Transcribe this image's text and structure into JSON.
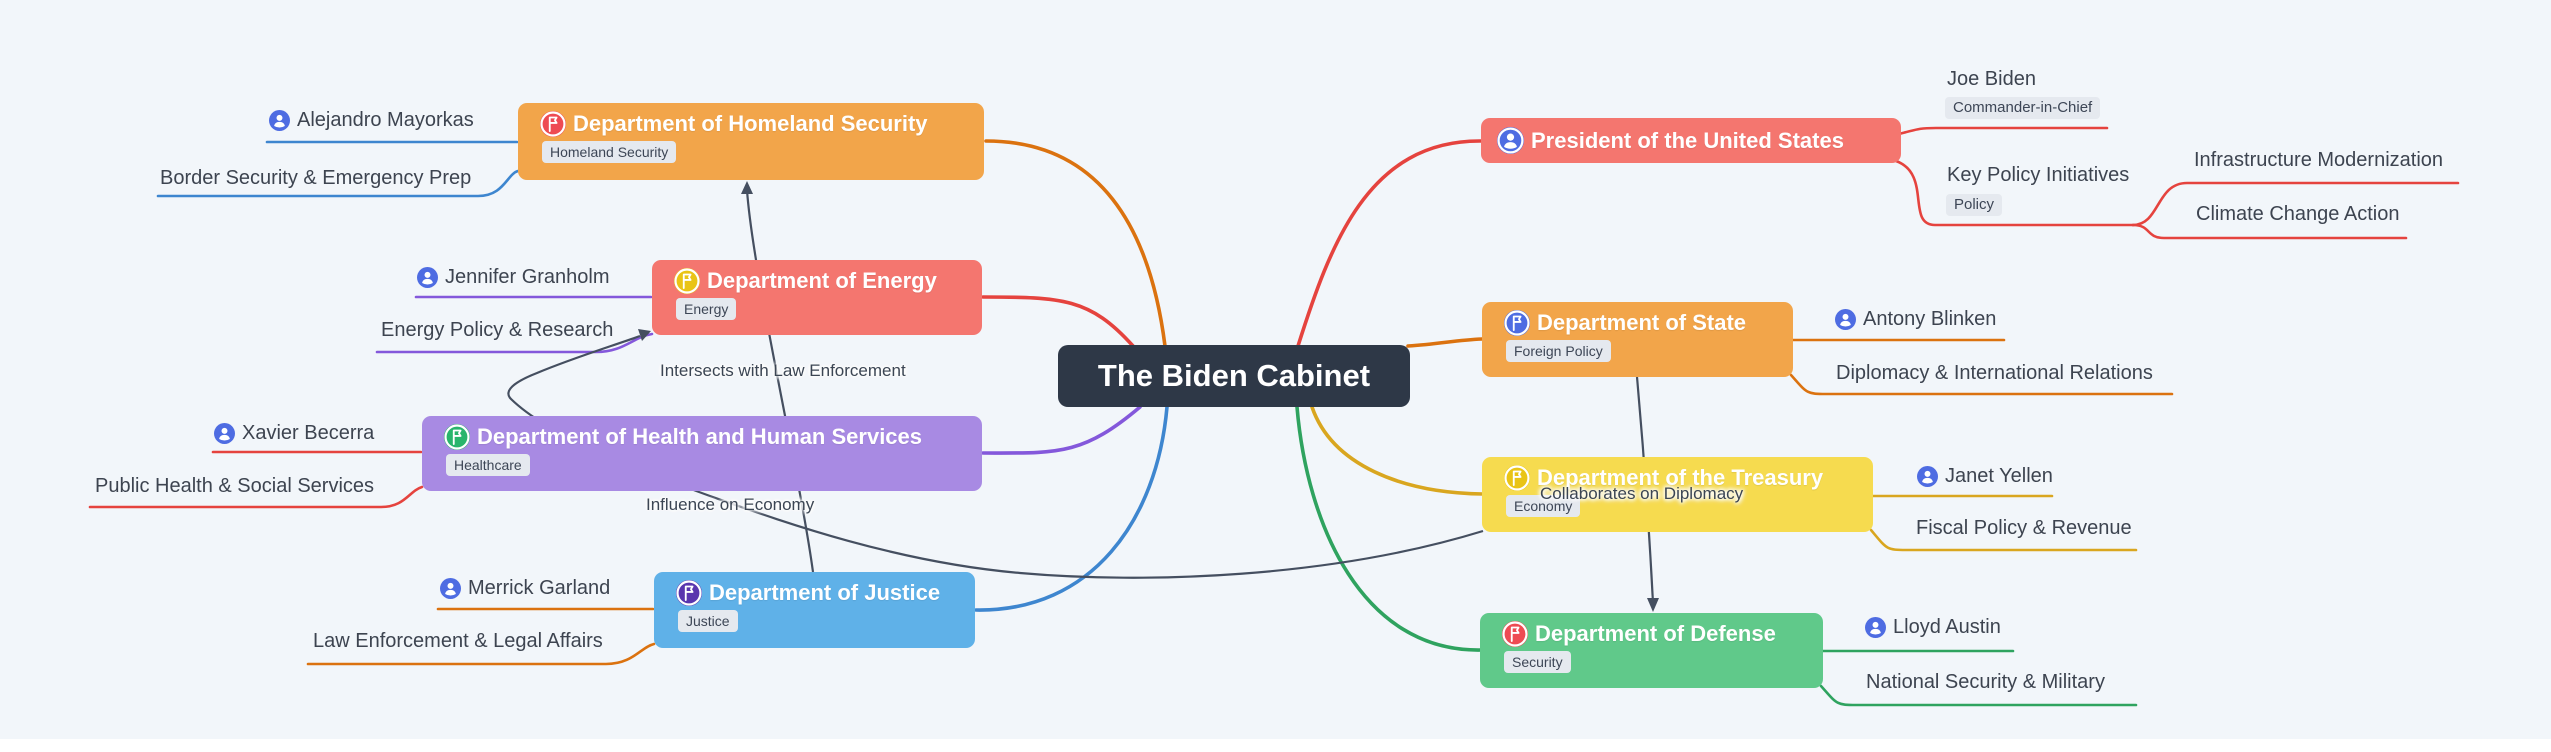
{
  "center": {
    "label": "The Biden Cabinet"
  },
  "nodes": {
    "president": {
      "title": "President of the United States"
    },
    "homeland": {
      "title": "Department of Homeland Security",
      "tag": "Homeland Security",
      "secretary": "Alejandro Mayorkas",
      "focus": "Border Security & Emergency Prep"
    },
    "energy": {
      "title": "Department of Energy",
      "tag": "Energy",
      "secretary": "Jennifer Granholm",
      "focus": "Energy Policy & Research"
    },
    "health": {
      "title": "Department of Health and Human Services",
      "tag": "Healthcare",
      "secretary": "Xavier Becerra",
      "focus": "Public Health & Social Services"
    },
    "justice": {
      "title": "Department of Justice",
      "tag": "Justice",
      "secretary": "Merrick Garland",
      "focus": "Law Enforcement & Legal Affairs"
    },
    "state": {
      "title": "Department of State",
      "tag": "Foreign Policy",
      "secretary": "Antony Blinken",
      "focus": "Diplomacy & International Relations"
    },
    "treasury": {
      "title": "Department of the Treasury",
      "tag": "Economy",
      "secretary": "Janet Yellen",
      "focus": "Fiscal Policy & Revenue"
    },
    "defense": {
      "title": "Department of Defense",
      "tag": "Security",
      "secretary": "Lloyd Austin",
      "focus": "National Security & Military"
    }
  },
  "president_detail": {
    "leader": "Joe Biden",
    "leader_tag": "Commander-in-Chief",
    "policy": "Key Policy Initiatives",
    "policy_tag": "Policy",
    "initiatives": [
      "Infrastructure Modernization",
      "Climate Change Action"
    ]
  },
  "edge_labels": {
    "justice_homeland": "Intersects with Law Enforcement",
    "influence_economy": "Influence on Economy",
    "state_defense": "Collaborates on Diplomacy"
  },
  "colors": {
    "background": "#f2f6fa",
    "center_node": "#2e3847",
    "node_orange": "#F2A54A",
    "node_salmon": "#F4766F",
    "node_purple": "#A88AE3",
    "node_blue": "#5FB1E8",
    "node_yellow": "#F6DB4F",
    "node_green": "#60C98A",
    "line_red": "#E5433E",
    "line_orange": "#DB720F",
    "line_blue": "#3E86CF",
    "line_purple": "#8458DB",
    "line_yellow": "#D9A61F",
    "line_green": "#2FA35F",
    "line_dark": "#454f60",
    "icon_person_blue": "#4E6CE2",
    "icon_flag_red": "#EE4B53",
    "icon_flag_gold": "#E9C416",
    "icon_flag_green": "#29B56C",
    "icon_flag_purple": "#5A35AE"
  }
}
